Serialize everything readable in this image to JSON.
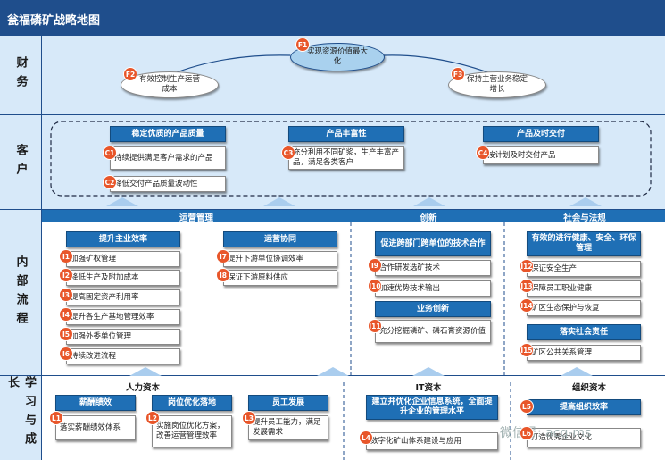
{
  "title": "瓮福磷矿战略地图",
  "rows": {
    "finance": "财务",
    "customer": "客户",
    "internal": "内部流程",
    "learning": "学习与成长"
  },
  "finance": {
    "f1": {
      "id": "F1",
      "text": "实现资源价值最大化"
    },
    "f2": {
      "id": "F2",
      "text": "有效控制生产运营成本"
    },
    "f3": {
      "id": "F3",
      "text": "保持主营业务稳定增长"
    }
  },
  "customer": {
    "h1": "稳定优质的产品质量",
    "h2": "产品丰富性",
    "h3": "产品及时交付",
    "c1": {
      "id": "C1",
      "text": "持续提供满足客户需求的产品"
    },
    "c2": {
      "id": "C2",
      "text": "降低交付产品质量波动性"
    },
    "c3": {
      "id": "C3",
      "text": "充分利用不同矿浆，生产丰富产品，满足各类客户"
    },
    "c4": {
      "id": "C4",
      "text": "按计划及时交付产品"
    }
  },
  "internal": {
    "band": {
      "ops": "运营管理",
      "innov": "创新",
      "social": "社会与法规"
    },
    "h_main": "提升主业效率",
    "h_coord": "运营协同",
    "h_innov1": "促进跨部门跨单位的技术合作",
    "h_innov2": "业务创新",
    "h_social1": "有效的进行健康、安全、环保管理",
    "h_social2": "落实社会责任",
    "i1": {
      "id": "I1",
      "text": "加强矿权管理"
    },
    "i2": {
      "id": "I2",
      "text": "降低生产及附加成本"
    },
    "i3": {
      "id": "I3",
      "text": "提高固定资产利用率"
    },
    "i4": {
      "id": "I4",
      "text": "提升各生产基地管理效率"
    },
    "i5": {
      "id": "I5",
      "text": "加强外委单位管理"
    },
    "i6": {
      "id": "I6",
      "text": "持续改进流程"
    },
    "i7": {
      "id": "I7",
      "text": "提升下游单位协调效率"
    },
    "i8": {
      "id": "I8",
      "text": "保证下游原料供应"
    },
    "i9": {
      "id": "I9",
      "text": "合作研发选矿技术"
    },
    "i10": {
      "id": "I10",
      "text": "加速优势技术输出"
    },
    "i11": {
      "id": "I11",
      "text": "充分挖掘磷矿、磷石膏资源价值"
    },
    "i12": {
      "id": "I12",
      "text": "保证安全生产"
    },
    "i13": {
      "id": "I13",
      "text": "保障员工职业健康"
    },
    "i14": {
      "id": "I14",
      "text": "矿区生态保护与恢复"
    },
    "i15": {
      "id": "I15",
      "text": "矿区公共关系管理"
    }
  },
  "learning": {
    "human": "人力资本",
    "it": "IT资本",
    "org": "组织资本",
    "h_pay": "薪酬绩效",
    "h_post": "岗位优化落地",
    "h_staff": "员工发展",
    "h_it": "建立并优化企业信息系统，全面提升企业的管理水平",
    "h_org": "提高组织效率",
    "l1": {
      "id": "L1",
      "text": "落实薪酬绩效体系"
    },
    "l2": {
      "id": "L2",
      "text": "实施岗位优化方案，改善运营管理效率"
    },
    "l3": {
      "id": "L3",
      "text": "提升员工能力，满足发展需求"
    },
    "l4": {
      "id": "L4",
      "text": "数字化矿山体系建设与应用"
    },
    "l5": {
      "id": "L5",
      "text": ""
    },
    "l6": {
      "id": "L6",
      "text": "打造优秀企业文化"
    }
  },
  "watermark": "微信号: acg-ms",
  "colors": {
    "brand": "#1f4e8c",
    "header": "#1f6fb5",
    "badge": "#e8562a",
    "panel": "#d7e9f9"
  }
}
